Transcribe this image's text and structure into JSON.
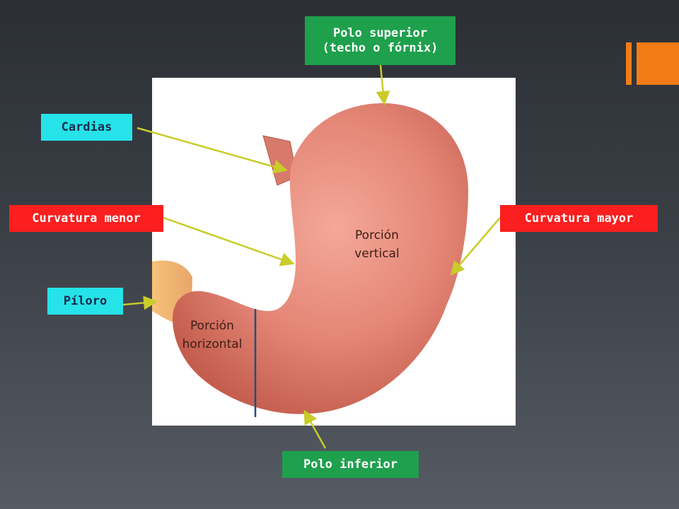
{
  "labels": {
    "polo_superior": "Polo superior\n(techo o fórnix)",
    "cardias": "Cardias",
    "curvatura_menor": "Curvatura menor",
    "curvatura_mayor": "Curvatura mayor",
    "piloro": "Píloro",
    "polo_inferior": "Polo inferior"
  },
  "organ_text": {
    "porcion_vertical": "Porción\nvertical",
    "porcion_horizontal": "Porción\nhorizontal"
  },
  "colors": {
    "accent_orange": "#f47c17",
    "label_green": "#1fa04d",
    "label_cyan": "#25e3e8",
    "label_red": "#fb1f1f",
    "arrow": "#c9cc2a",
    "stomach": "#e88a7c"
  }
}
